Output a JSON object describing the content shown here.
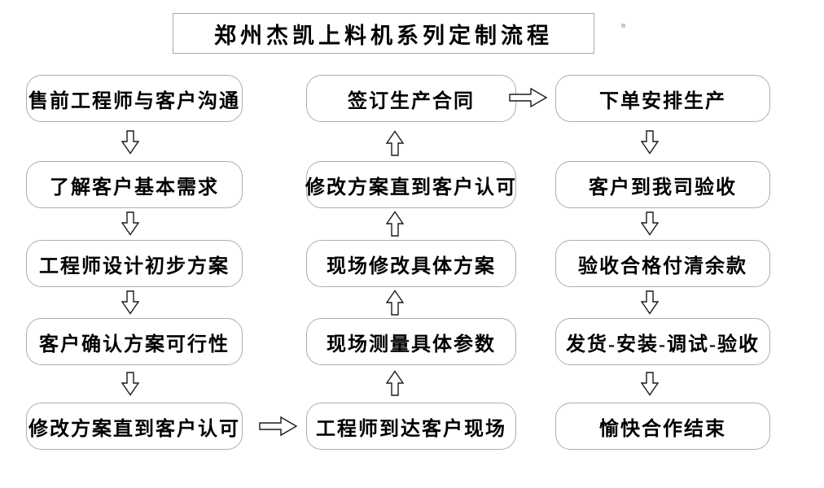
{
  "flowchart": {
    "title": "郑州杰凯上料机系列定制流程",
    "columns": [
      {
        "id": "left",
        "direction": "down",
        "nodes": [
          "售前工程师与客户沟通",
          "了解客户基本需求",
          "工程师设计初步方案",
          "客户确认方案可行性",
          "修改方案直到客户认可"
        ]
      },
      {
        "id": "middle",
        "direction": "up",
        "nodes": [
          "签订生产合同",
          "修改方案直到客户认可",
          "现场修改具体方案",
          "现场测量具体参数",
          "工程师到达客户现场"
        ]
      },
      {
        "id": "right",
        "direction": "down",
        "nodes": [
          "下单安排生产",
          "客户到我司验收",
          "验收合格付清余款",
          "发货-安装-调试-验收",
          "愉快合作结束"
        ]
      }
    ],
    "cross_links": [
      {
        "from": "修改方案直到客户认可",
        "to": "工程师到达客户现场",
        "direction": "right"
      },
      {
        "from": "签订生产合同",
        "to": "下单安排生产",
        "direction": "right"
      }
    ]
  },
  "icons": {
    "down_arrow": "hollow-block-arrow-down (⇩)",
    "up_arrow": "hollow-block-arrow-up (⇧)",
    "right_arrow": "hollow-block-arrow-right (⇨)"
  },
  "colors": {
    "background": "#ffffff",
    "box_border": "#adadad",
    "title_border": "#a8a8a8",
    "text": "#000000",
    "arrow_outline": "#1a1a1a",
    "handle_dot": "#c9c9c9"
  }
}
